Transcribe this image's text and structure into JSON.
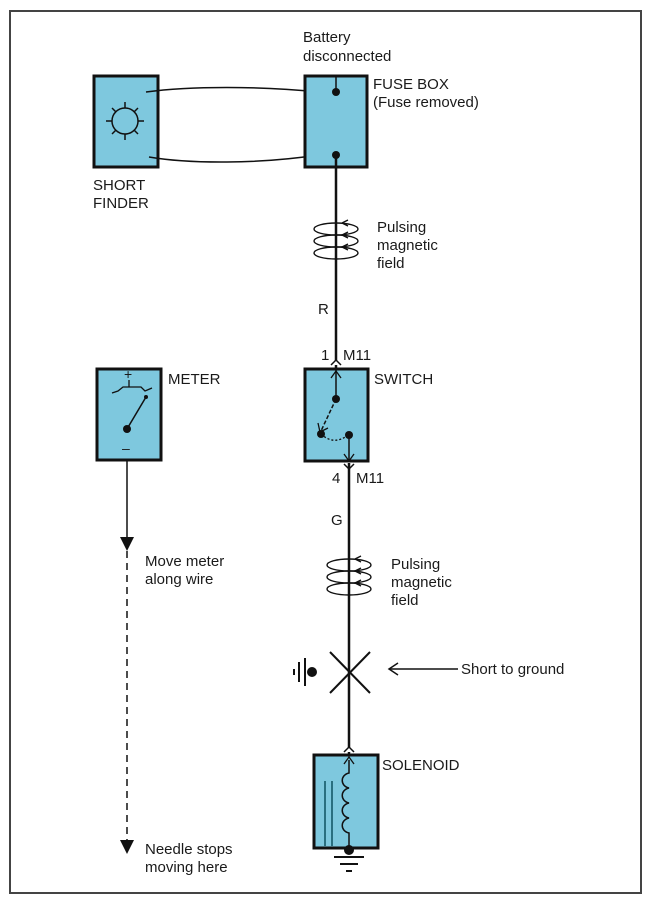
{
  "colors": {
    "box_fill": "#7ec8de",
    "box_stroke": "#111111",
    "wire": "#111111",
    "frame": "#444444"
  },
  "components": {
    "short_finder": {
      "label_line1": "SHORT",
      "label_line2": "FINDER",
      "icon": "sun-lamp-icon"
    },
    "fuse_box": {
      "label_line1": "FUSE BOX",
      "label_line2": "(Fuse removed)",
      "note_line1": "Battery",
      "note_line2": "disconnected"
    },
    "switch": {
      "label": "SWITCH",
      "top_pin": "1",
      "top_connector": "M11",
      "bottom_pin": "4",
      "bottom_connector": "M11"
    },
    "meter": {
      "label": "METER",
      "plus": "+",
      "minus": "–"
    },
    "solenoid": {
      "label": "SOLENOID"
    }
  },
  "wires": {
    "upper_color": "R",
    "lower_color": "G"
  },
  "annotations": {
    "field_upper": {
      "line1": "Pulsing",
      "line2": "magnetic",
      "line3": "field"
    },
    "field_lower": {
      "line1": "Pulsing",
      "line2": "magnetic",
      "line3": "field"
    },
    "short": "Short to ground",
    "move_meter": {
      "line1": "Move meter",
      "line2": "along wire"
    },
    "needle_stops": {
      "line1": "Needle stops",
      "line2": "moving here"
    }
  }
}
